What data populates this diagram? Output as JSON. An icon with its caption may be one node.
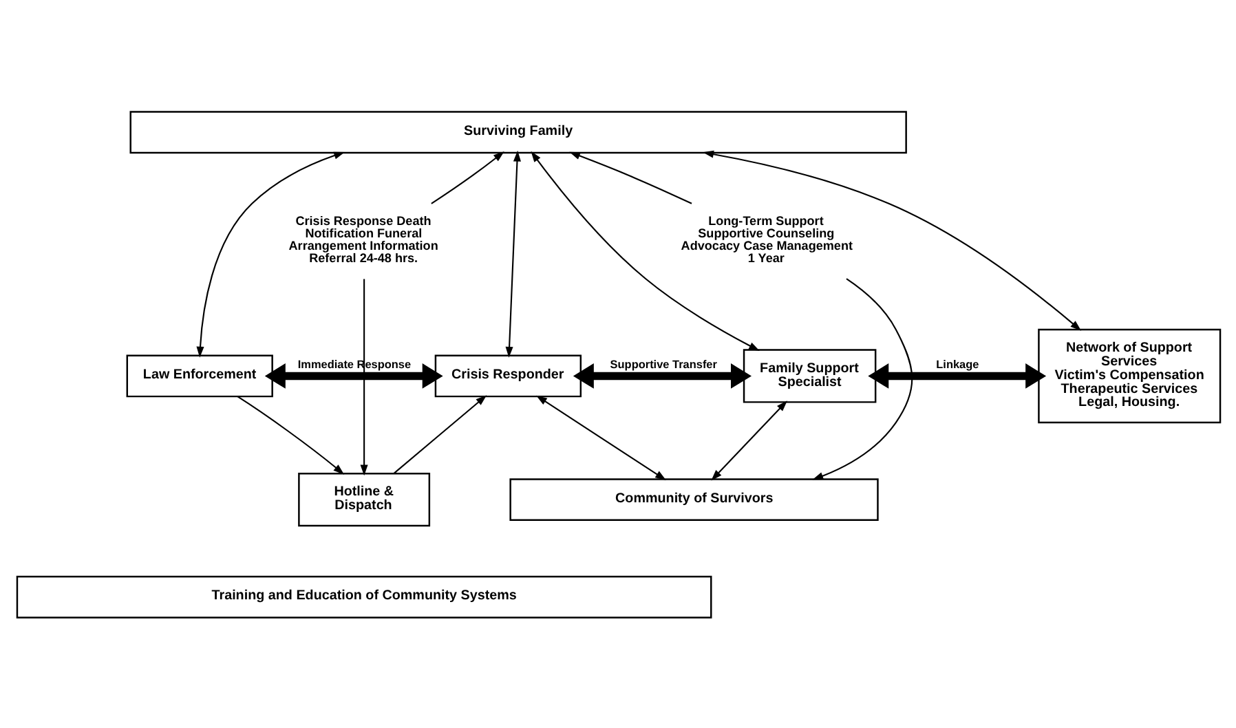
{
  "diagram": {
    "nodes": [
      {
        "text": [
          "Surviving Family"
        ]
      },
      {
        "text": [
          "Law Enforcement"
        ]
      },
      {
        "text": [
          "Crisis Responder"
        ]
      },
      {
        "text": [
          "Family Support Specialist"
        ]
      },
      {
        "text": [
          "Network of Support Services",
          "Victim's Compensation Therapeutic Services Legal, Housing."
        ]
      },
      {
        "text": [
          "Hotline & Dispatch"
        ]
      },
      {
        "text": [
          "Community of Survivors"
        ]
      },
      {
        "text": [
          "Training and Education of Community Systems"
        ]
      },
      {
        "text": [
          "Crisis Response Death Notification Funeral Arrangement Information Referral 24-48 hrs."
        ]
      },
      {
        "text": [
          "Long-Term Support Supportive Counseling Advocacy Case Management 1 Year"
        ]
      }
    ],
    "edges": [
      {
        "from": 1,
        "to": 0,
        "arrow": "both"
      },
      {
        "from": 8,
        "to": 0,
        "arrow": "to"
      },
      {
        "from": 2,
        "to": 0,
        "arrow": "both"
      },
      {
        "from": 3,
        "to": 0,
        "arrow": "both"
      },
      {
        "from": 9,
        "to": 0,
        "arrow": "to"
      },
      {
        "from": 4,
        "to": 0,
        "arrow": "both"
      },
      {
        "from": 1,
        "to": 2,
        "arrow": "both",
        "label": "Immediate Response",
        "style": "thick"
      },
      {
        "from": 2,
        "to": 3,
        "arrow": "both",
        "label": "Supportive Transfer",
        "style": "thick"
      },
      {
        "from": 3,
        "to": 4,
        "arrow": "both",
        "label": "Linkage",
        "style": "thick"
      },
      {
        "from": 1,
        "to": 5,
        "arrow": "to"
      },
      {
        "from": 8,
        "to": 5,
        "arrow": "to"
      },
      {
        "from": 5,
        "to": 2,
        "arrow": "to"
      },
      {
        "from": 2,
        "to": 6,
        "arrow": "both"
      },
      {
        "from": 3,
        "to": 6,
        "arrow": "both"
      },
      {
        "from": 9,
        "to": 6,
        "arrow": "to"
      }
    ]
  }
}
